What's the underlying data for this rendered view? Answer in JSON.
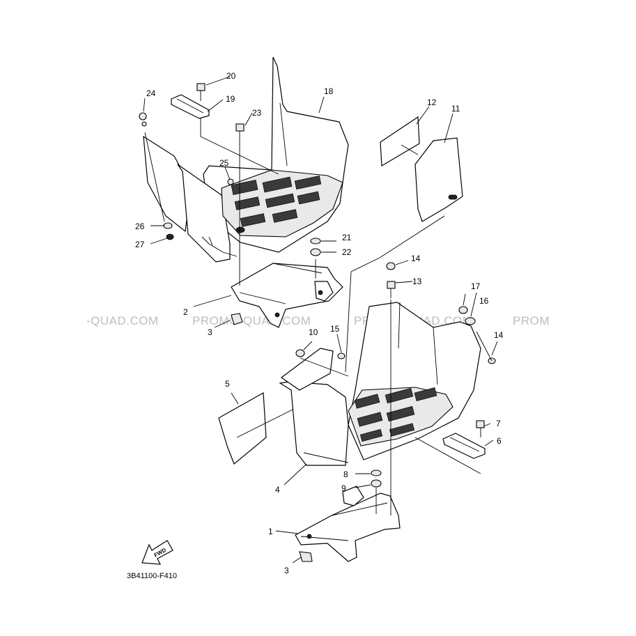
{
  "diagram": {
    "code": "3B41100-F410",
    "fwd_label": "FWD",
    "watermark_segments": [
      "-QUAD.COM",
      "PROMO-QUAD.COM",
      "PROMO-QUAD.COM",
      "PROM"
    ],
    "callouts": [
      "1",
      "2",
      "3",
      "3",
      "4",
      "5",
      "6",
      "7",
      "8",
      "9",
      "10",
      "11",
      "12",
      "13",
      "14",
      "14",
      "15",
      "16",
      "17",
      "18",
      "19",
      "20",
      "21",
      "22",
      "23",
      "24",
      "25",
      "26",
      "27"
    ]
  }
}
